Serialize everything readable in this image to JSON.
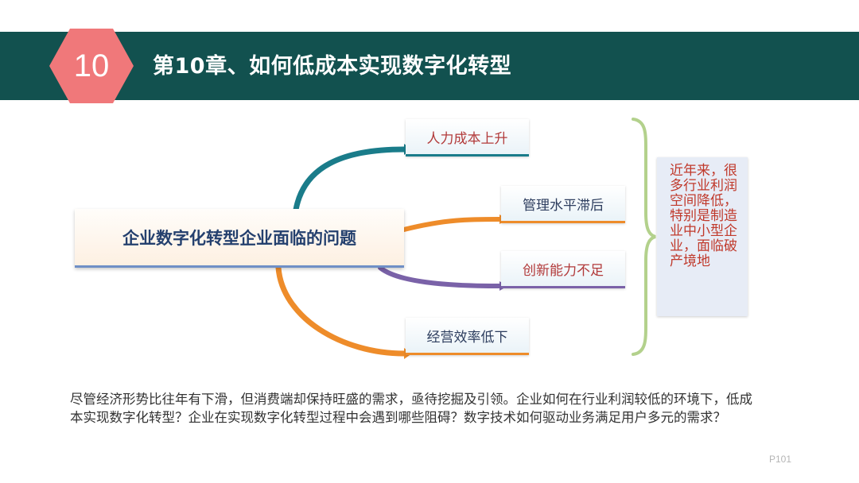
{
  "header": {
    "chapter_number": "10",
    "title": "第10章、如何低成本实现数字化转型"
  },
  "diagram": {
    "center": "企业数字化转型企业面临的问题",
    "branches": [
      {
        "label": "人力成本上升"
      },
      {
        "label": "管理水平滞后"
      },
      {
        "label": "创新能力不足"
      },
      {
        "label": "经营效率低下"
      }
    ],
    "summary": "近年来，很多行业利润空间降低，特别是制造业中小型企业，面临破产境地"
  },
  "body_text": "尽管经济形势比往年有下滑，但消费端却保持旺盛的需求，亟待挖掘及引领。企业如何在行业利润较低的环境下，低成本实现数字化转型？企业在实现数字化转型过程中会遇到哪些阻碍？数字技术如何驱动业务满足用户多元的需求？",
  "page_number": "P101",
  "colors": {
    "header_band": "#12514f",
    "hexagon": "#f0787a",
    "connector_teal": "#1a7c8a",
    "connector_orange": "#ee8c2a",
    "connector_purple": "#7a62a8",
    "brace": "#b3d18c",
    "summary_text": "#c0392b"
  }
}
